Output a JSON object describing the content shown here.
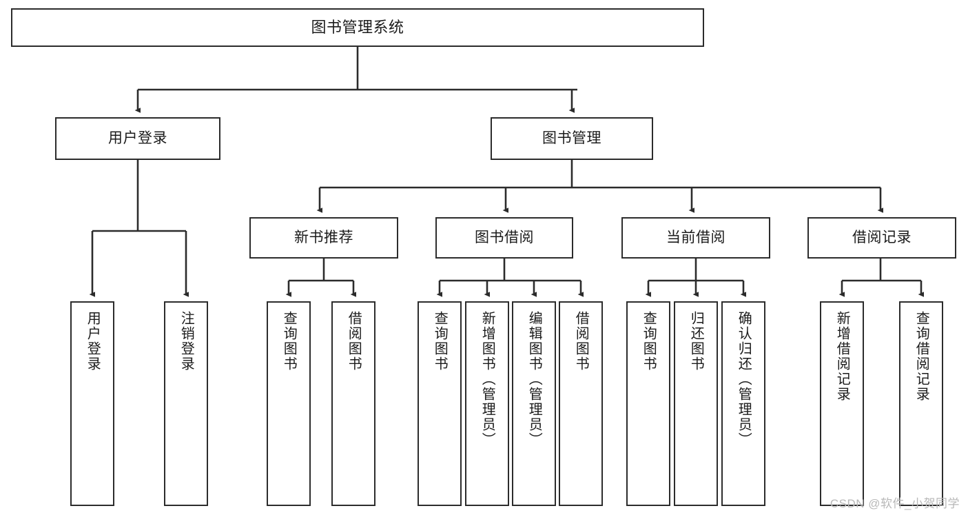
{
  "diagram": {
    "type": "tree",
    "title": "图书管理系统",
    "watermark": "CSDN @软件_小贺同学",
    "colors": {
      "background": "#ffffff",
      "box_border": "#2b2b2b",
      "box_fill": "#ffffff",
      "connector": "#2b2b2b",
      "text": "#1b1b1b",
      "watermark": "#b8b8b8"
    },
    "root": {
      "label": "图书管理系统"
    },
    "level2": [
      {
        "label": "用户登录"
      },
      {
        "label": "图书管理"
      }
    ],
    "level3": [
      {
        "label": "新书推荐"
      },
      {
        "label": "图书借阅"
      },
      {
        "label": "当前借阅"
      },
      {
        "label": "借阅记录"
      }
    ],
    "leaves": {
      "user_login": [
        {
          "label": "用户登录"
        },
        {
          "label": "注销登录"
        }
      ],
      "new_book": [
        {
          "label": "查询图书"
        },
        {
          "label": "借阅图书"
        }
      ],
      "book_borrow": [
        {
          "label": "查询图书"
        },
        {
          "label": "新增图书（管理员）"
        },
        {
          "label": "编辑图书（管理员）"
        },
        {
          "label": "借阅图书"
        }
      ],
      "current_borrow": [
        {
          "label": "查询图书"
        },
        {
          "label": "归还图书"
        },
        {
          "label": "确认归还（管理员）"
        }
      ],
      "borrow_record": [
        {
          "label": "新增借阅记录"
        },
        {
          "label": "查询借阅记录"
        }
      ]
    }
  }
}
